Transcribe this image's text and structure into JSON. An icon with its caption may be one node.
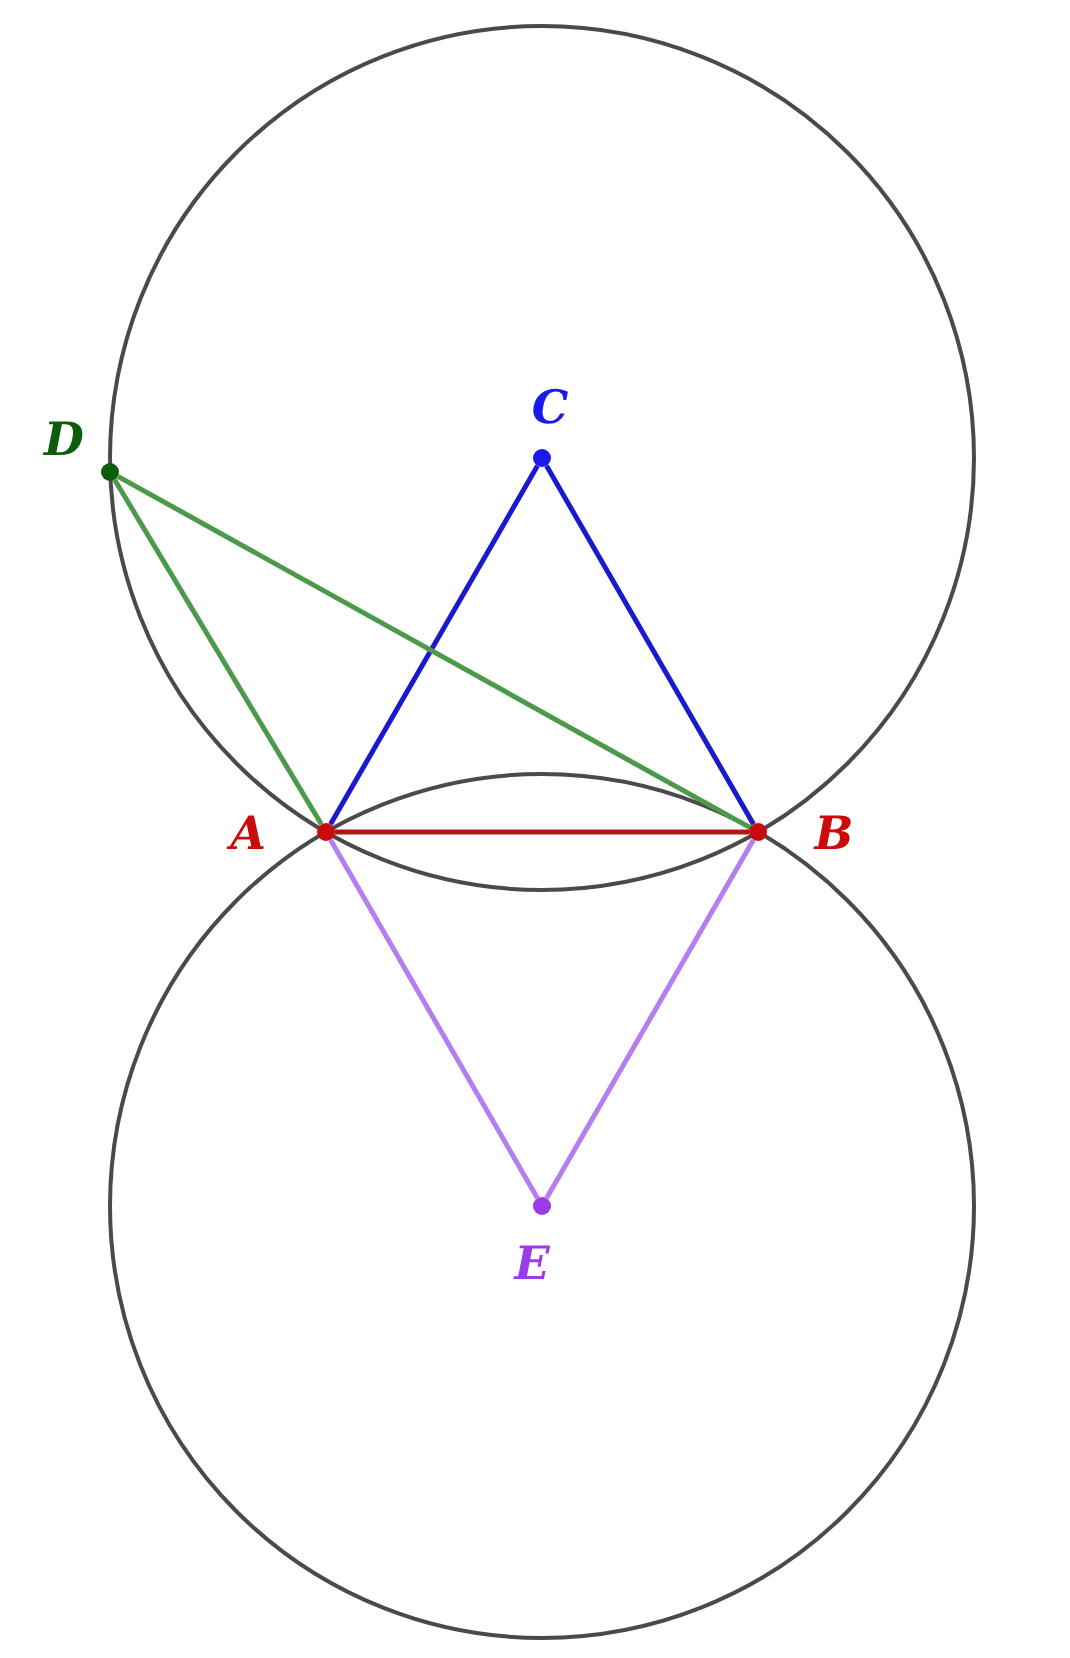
{
  "diagram": {
    "nodes": [
      {
        "text": [],
        "shape": "circle",
        "beside": [
          "C"
        ]
      },
      {
        "text": [],
        "shape": "circle",
        "beside": [
          "D"
        ]
      },
      {
        "text": [],
        "shape": "circle",
        "beside": [
          "A"
        ]
      },
      {
        "text": [],
        "shape": "circle",
        "beside": [
          "B"
        ]
      },
      {
        "text": [],
        "shape": "circle",
        "beside": [
          "E"
        ]
      }
    ],
    "edges": [
      {
        "from": 0,
        "to": 2,
        "arrow": "none",
        "color": "#1a1acc"
      },
      {
        "from": 0,
        "to": 3,
        "arrow": "none",
        "color": "#1a1acc"
      },
      {
        "from": 1,
        "to": 2,
        "arrow": "none",
        "color": "#4a9a4a"
      },
      {
        "from": 1,
        "to": 3,
        "arrow": "none",
        "color": "#4a9a4a"
      },
      {
        "from": 2,
        "to": 3,
        "arrow": "none",
        "color": "#b01818"
      },
      {
        "from": 2,
        "to": 4,
        "arrow": "none",
        "color": "#b57ef0"
      },
      {
        "from": 3,
        "to": 4,
        "arrow": "none",
        "color": "#b57ef0"
      }
    ]
  }
}
